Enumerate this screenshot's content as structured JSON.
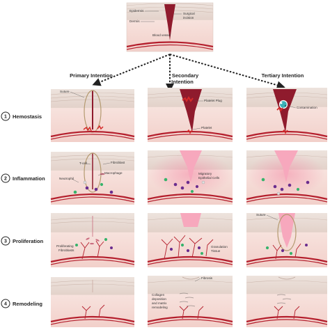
{
  "top_panel": {
    "epidermis_label": "Epidermis",
    "dermis_label": "Dermis",
    "blood_vessel_label": "Blood vessel",
    "incision_label_line1": "Surgical",
    "incision_label_line2": "incision"
  },
  "columns": {
    "primary": "Primary Intention",
    "secondary_line1": "Secondary",
    "secondary_line2": "Intention",
    "tertiary": "Tertiary Intention"
  },
  "stages": [
    {
      "number": "1",
      "label": "Hemostasis"
    },
    {
      "number": "2",
      "label": "Inflammation"
    },
    {
      "number": "3",
      "label": "Proliferation"
    },
    {
      "number": "4",
      "label": "Remodeling"
    }
  ],
  "annotations": {
    "suture": "Suture",
    "platelet_plug": "Platelet Plug",
    "platelet": "Platelet",
    "contamination": "Contamination",
    "t_cell": "T-cell",
    "fibroblast": "Fibroblast",
    "macrophage": "Macrophage",
    "neutrophil": "Neutrophil",
    "migratory_line1": "Migratory",
    "migratory_line2": "Epithelial Cells",
    "proliferating_line1": "Proliferating",
    "proliferating_line2": "Fibroblasts",
    "granulation_line1": "Granulation",
    "granulation_line2": "Tissue",
    "suture_tertiary": "Suture",
    "fibrosis": "Fibrosis",
    "collagen_line1": "Collagen",
    "collagen_line2": "deposition",
    "collagen_line3": "and matrix",
    "collagen_line4": "remodeling"
  },
  "colors": {
    "epidermis": "#e9ddd6",
    "dermis": "#f6e1dc",
    "deep_dermis": "#f2d3cd",
    "vessel": "#b41e2c",
    "wound": "#8f1b2d",
    "platelet_red": "#d42a2a",
    "suture_ring": "#b49a70",
    "pink_glow": "#f7a8bd",
    "neutrophil": "#37b36b",
    "macrophage": "#6a2c8e",
    "tcell": "#e0e0e0",
    "contamination": "#3ab0b7"
  }
}
